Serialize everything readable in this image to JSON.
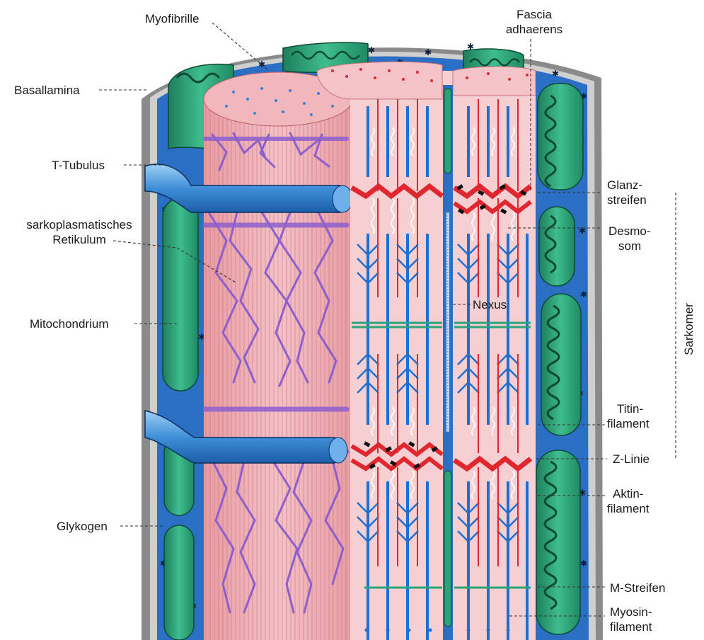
{
  "labels": {
    "myofibrille": "Myofibrille",
    "fascia_1": "Fascia",
    "fascia_2": "adhaerens",
    "basallamina": "Basallamina",
    "t_tubulus": "T-Tubulus",
    "glanz_1": "Glanz-",
    "glanz_2": "streifen",
    "sarko_1": "sarkoplasmatisches",
    "sarko_2": "Retikulum",
    "desmo_1": "Desmo-",
    "desmo_2": "som",
    "nexus": "Nexus",
    "mito": "Mitochondrium",
    "sarkomer": "Sarkomer",
    "titin_1": "Titin-",
    "titin_2": "filament",
    "zlinie": "Z-Linie",
    "aktin_1": "Aktin-",
    "aktin_2": "filament",
    "glykogen": "Glykogen",
    "mstreifen": "M-Streifen",
    "myosin_1": "Myosin-",
    "myosin_2": "filament"
  },
  "colors": {
    "cytoplasm": "#2a6fc4",
    "mitochondria": "#2aa37a",
    "myofibril": "#e9a1a7",
    "sr": "#9a6bd0",
    "z_line": "#e0262e",
    "filament": "#1e6fd0"
  }
}
